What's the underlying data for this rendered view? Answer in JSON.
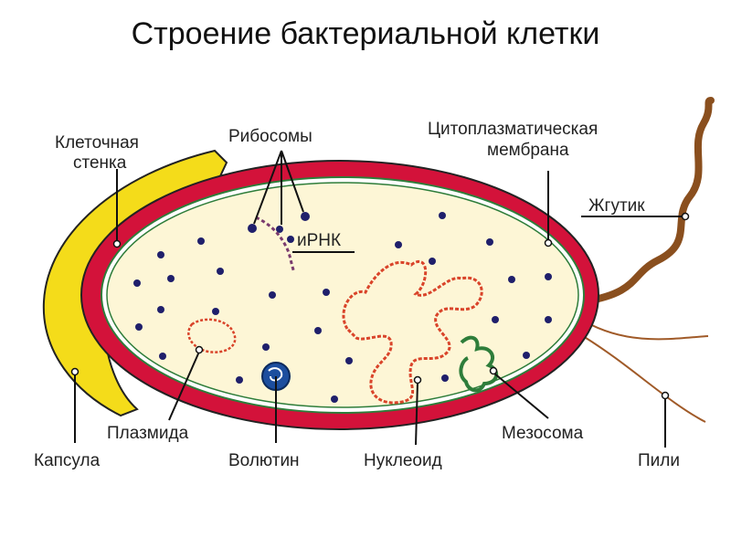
{
  "title": "Строение бактериальной клетки",
  "labels": {
    "cell_wall": [
      "Клеточная",
      "стенка"
    ],
    "ribosomes": "Рибосомы",
    "membrane": [
      "Цитоплазматическая",
      "мембрана"
    ],
    "flagellum": "Жгутик",
    "mrna": "иРНК",
    "plasmid": "Плазмида",
    "volutin": "Волютин",
    "nucleoid": "Нуклеоид",
    "mesosome": "Мезосома",
    "capsule": "Капсула",
    "pili": "Пили"
  },
  "colors": {
    "capsule": "#f4dc1a",
    "cell_wall": "#d3123a",
    "cytoplasm": "#fdf6d6",
    "membrane": "#2e7d3a",
    "ribosome": "#1f1f6b",
    "nucleoid": "#d9442a",
    "flagellum": "#8a4f1e",
    "volutin": "#1c4e9e",
    "mrna": "#7a3b6e"
  }
}
